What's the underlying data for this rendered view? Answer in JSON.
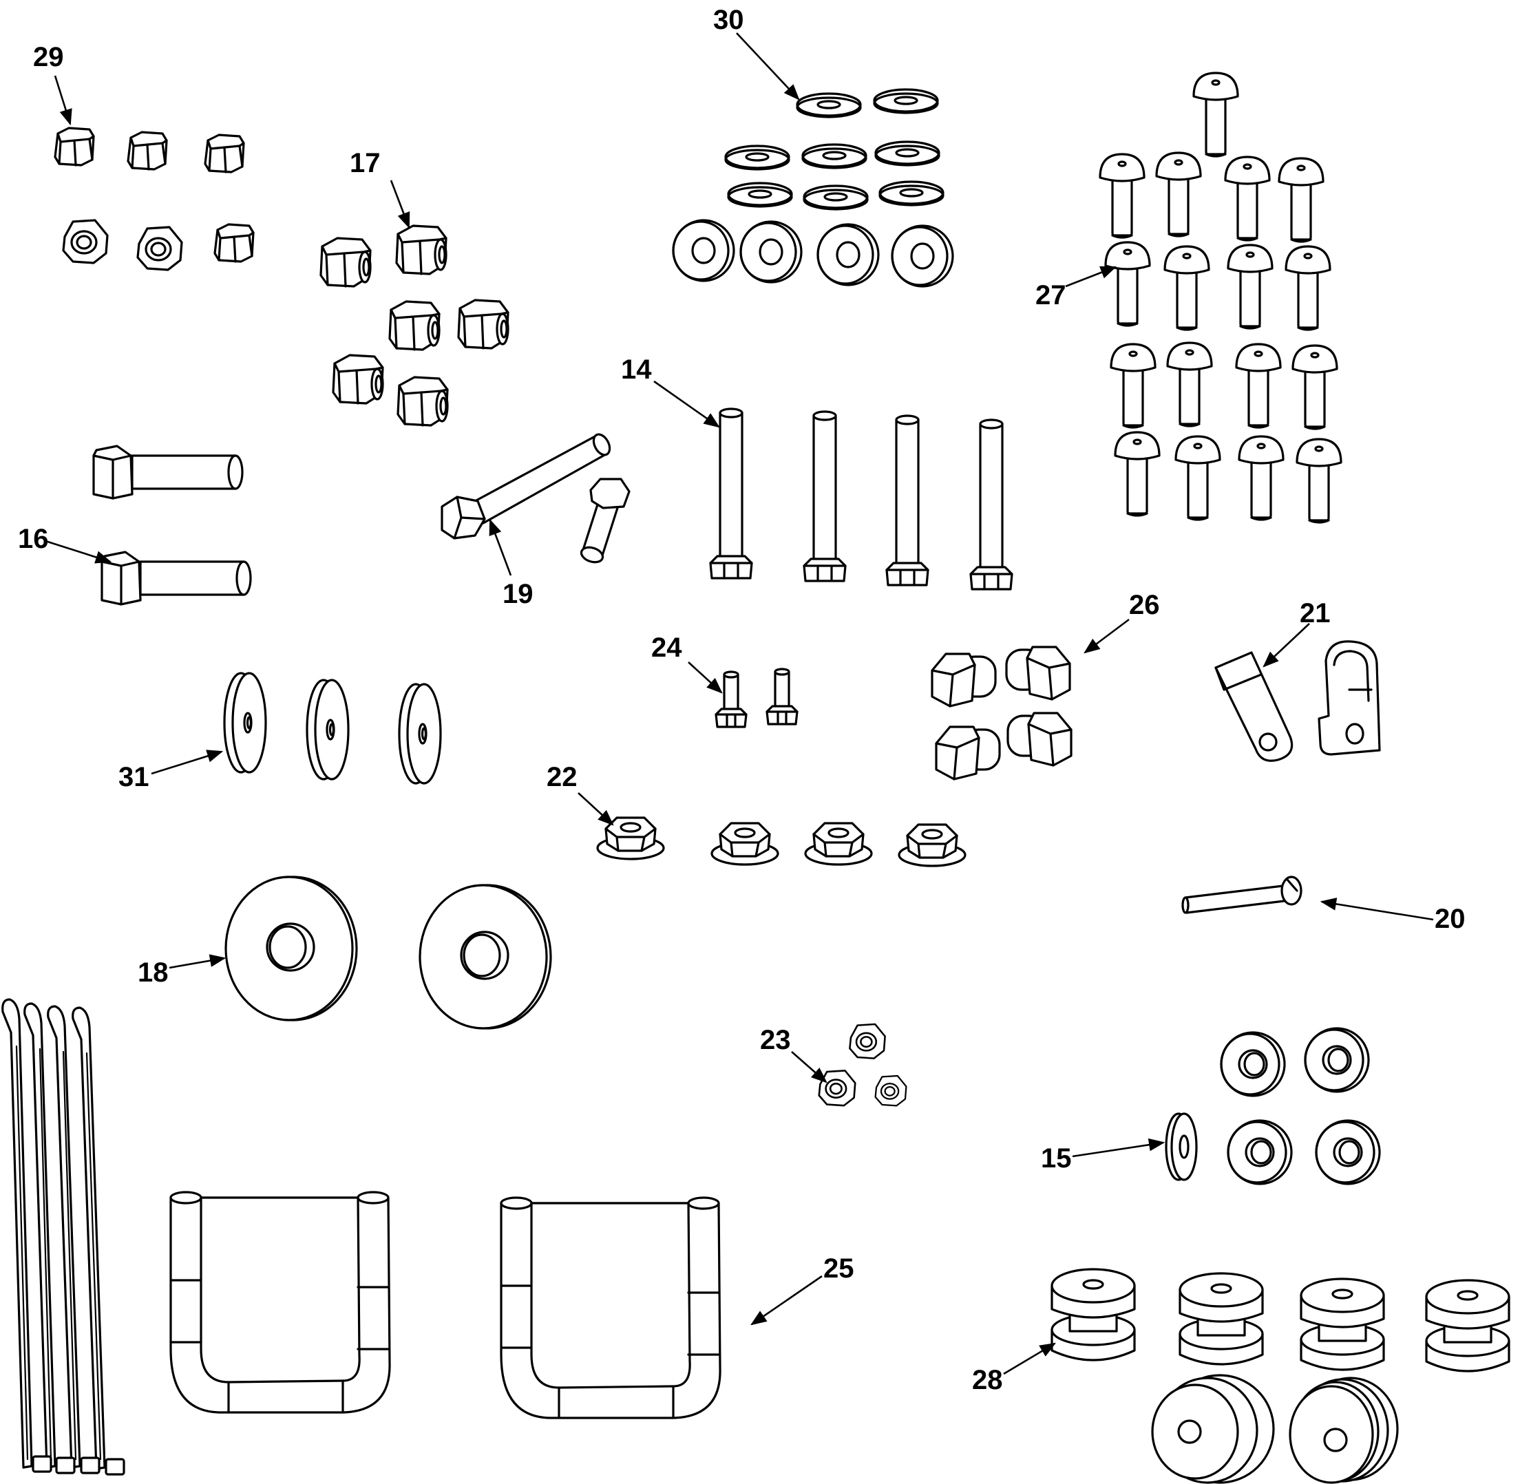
{
  "callouts": {
    "c14": "14",
    "c15": "15",
    "c16": "16",
    "c17": "17",
    "c18": "18",
    "c19": "19",
    "c20": "20",
    "c21": "21",
    "c22": "22",
    "c23": "23",
    "c24": "24",
    "c25": "25",
    "c26": "26",
    "c27": "27",
    "c28": "28",
    "c29": "29",
    "c30": "30",
    "c31": "31"
  }
}
